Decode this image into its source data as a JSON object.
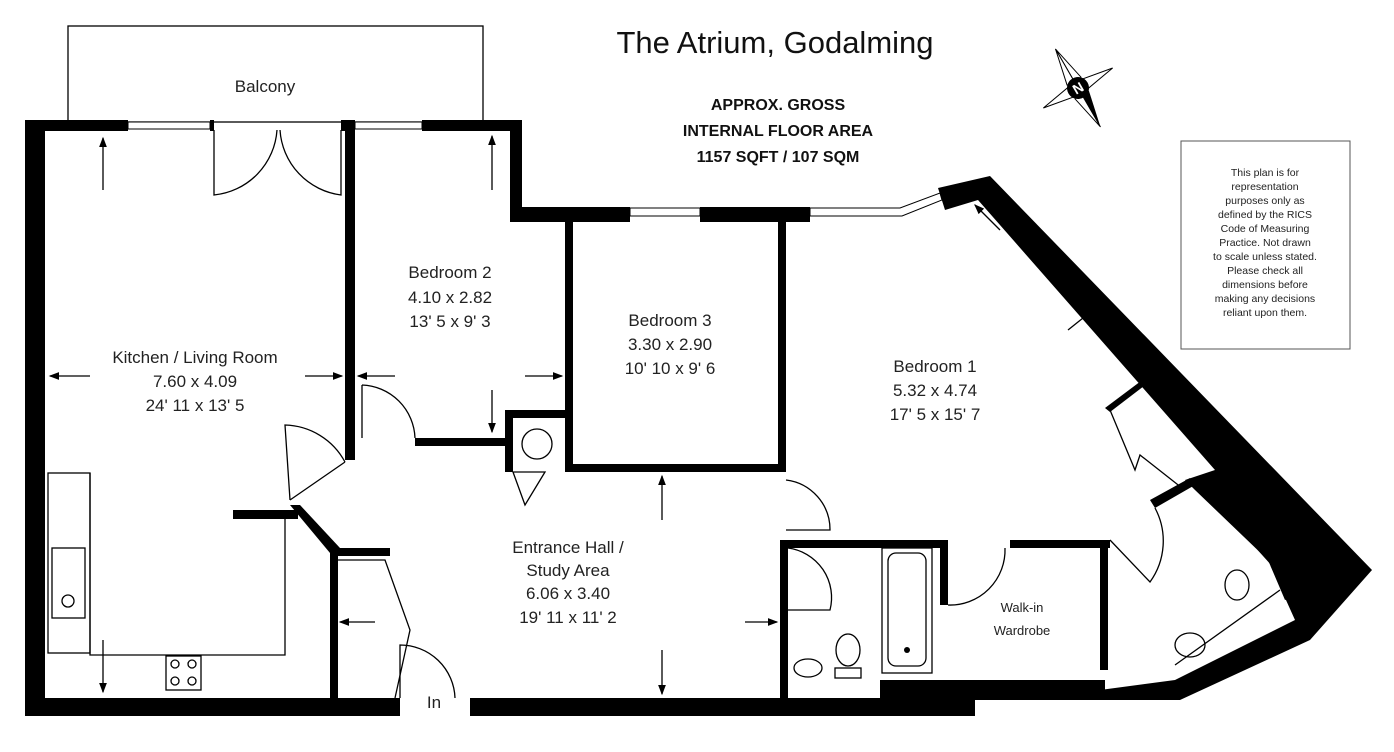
{
  "title": "The Atrium, Godalming",
  "area": {
    "line1": "APPROX. GROSS",
    "line2": "INTERNAL FLOOR AREA",
    "line3": "1157 SQFT / 107 SQM"
  },
  "compass": {
    "label": "N"
  },
  "disclaimer": [
    "This plan is for",
    "representation",
    "purposes only as",
    "defined by the RICS",
    "Code of Measuring",
    "Practice. Not drawn",
    "to scale unless stated.",
    "Please check all",
    "dimensions before",
    "making any decisions",
    "reliant upon them."
  ],
  "rooms": {
    "balcony": {
      "name": "Balcony"
    },
    "kitchen": {
      "name": "Kitchen / Living Room",
      "metric": "7.60 x 4.09",
      "imperial": "24' 11 x 13' 5"
    },
    "bedroom2": {
      "name": "Bedroom 2",
      "metric": "4.10 x 2.82",
      "imperial": "13' 5 x 9' 3"
    },
    "bedroom3": {
      "name": "Bedroom 3",
      "metric": "3.30 x 2.90",
      "imperial": "10' 10 x 9' 6"
    },
    "bedroom1": {
      "name": "Bedroom 1",
      "metric": "5.32 x 4.74",
      "imperial": "17' 5 x 15' 7"
    },
    "hall": {
      "name1": "Entrance Hall /",
      "name2": "Study Area",
      "metric": "6.06 x 3.40",
      "imperial": "19' 11 x 11' 2"
    },
    "wardrobe": {
      "name1": "Walk-in",
      "name2": "Wardrobe"
    },
    "entrance": {
      "name": "In"
    }
  }
}
